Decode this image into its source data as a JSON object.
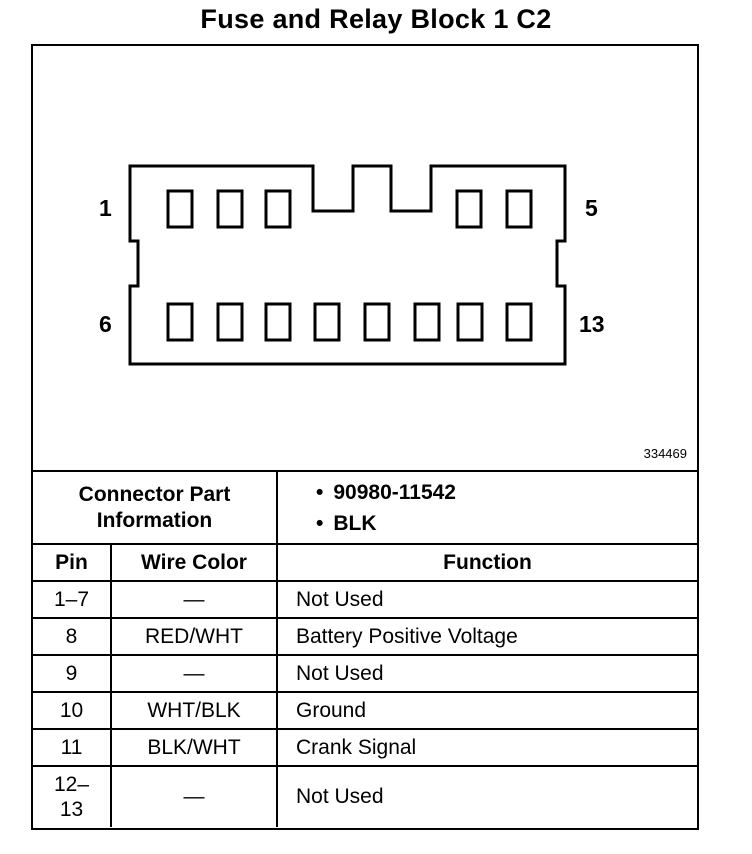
{
  "title": "Fuse and Relay Block 1 C2",
  "diagram": {
    "pin_labels": {
      "top_left": "1",
      "top_right": "5",
      "bottom_left": "6",
      "bottom_right": "13"
    },
    "drawing_number": "334469"
  },
  "connector_info": {
    "label_line1": "Connector Part",
    "label_line2": "Information",
    "part_number": "90980-11542",
    "color": "BLK",
    "bullet": "•"
  },
  "table": {
    "headers": {
      "pin": "Pin",
      "wire_color": "Wire Color",
      "function": "Function"
    },
    "rows": [
      {
        "pin": "1–7",
        "wire_color": "—",
        "function": "Not Used"
      },
      {
        "pin": "8",
        "wire_color": "RED/WHT",
        "function": "Battery Positive Voltage"
      },
      {
        "pin": "9",
        "wire_color": "—",
        "function": "Not Used"
      },
      {
        "pin": "10",
        "wire_color": "WHT/BLK",
        "function": "Ground"
      },
      {
        "pin": "11",
        "wire_color": "BLK/WHT",
        "function": "Crank Signal"
      },
      {
        "pin_line1": "12–",
        "pin_line2": "13",
        "wire_color": "—",
        "function": "Not Used"
      }
    ]
  }
}
